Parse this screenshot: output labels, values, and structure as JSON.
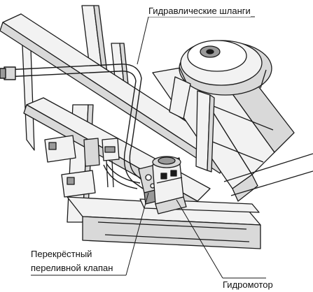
{
  "labels": {
    "hoses": "Гидравлические шланги",
    "valve_line1": "Перекрёстный",
    "valve_line2": "переливной клапан",
    "motor": "Гидромотор"
  },
  "colors": {
    "line": "#1a1a1a",
    "fill_light": "#f2f2f2",
    "fill_mid": "#d9d9d9",
    "fill_dark": "#9a9a9a",
    "background": "#ffffff"
  }
}
